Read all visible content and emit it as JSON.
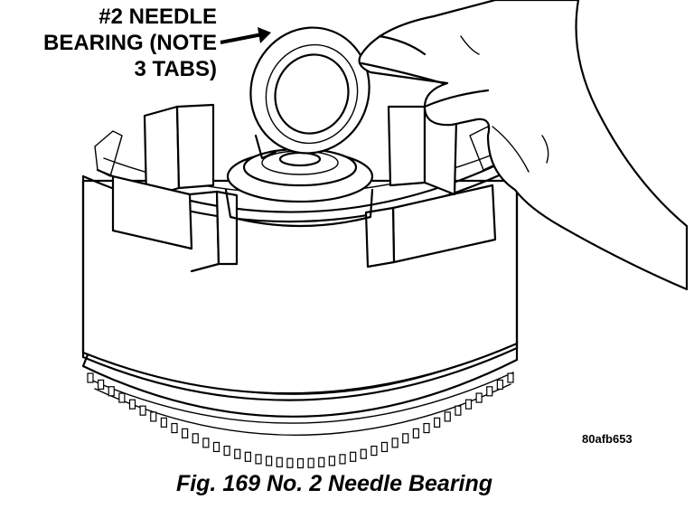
{
  "callout": {
    "line1": "#2 NEEDLE",
    "line2": "BEARING (NOTE",
    "line3": "3 TABS)"
  },
  "reference_code": "80afb653",
  "caption": "Fig. 169 No. 2 Needle Bearing",
  "icons": [
    "needle-bearing-illustration",
    "hand-illustration",
    "drum-illustration",
    "pointer-arrow"
  ]
}
